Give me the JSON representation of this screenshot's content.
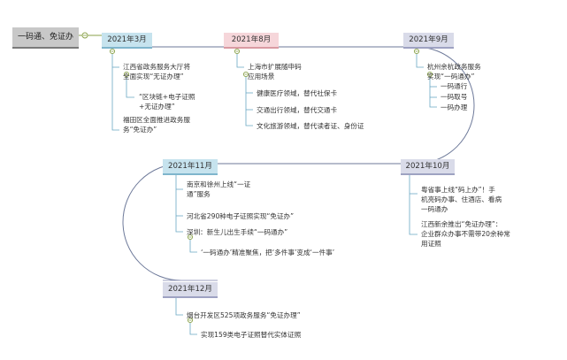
{
  "root": "一码通、免证办",
  "months": {
    "m1": "2021年3月",
    "m2": "2021年8月",
    "m3": "2021年9月",
    "m4": "2021年10月",
    "m5": "2021年11月",
    "m6": "2021年12月"
  },
  "items": {
    "mar": {
      "a": "江西省政务服务大厅将\n全面实现“无证办理”",
      "a_sub": "“区块链+电子证照\n+无证办理”",
      "b": "福田区全面推进政务服\n务“免证办”"
    },
    "aug": {
      "a": "上海市扩展随申码\n应用场景",
      "s1": "健康医疗领域，替代社保卡",
      "s2": "交通出行领域，替代交通卡",
      "s3": "文化旅游领域，替代读者证、身份证"
    },
    "sep": {
      "a": "杭州余杭政务服务\n实现“一码通办”",
      "s1": "一码通行",
      "s2": "一码取号",
      "s3": "一码办理"
    },
    "oct": {
      "a": "粤省事上线“码上办”！手\n机亮码办事、住酒店、看病\n一码通办",
      "b": "江西新余推出“免证办理”：\n企业群众办事不需带20余种常\n用证照"
    },
    "nov": {
      "a": "南京和徐州上线“一证\n通”服务",
      "b": "河北省290种电子证照实现“免证办”",
      "c": "深圳：新生儿出生手续“一码通办”",
      "c_sub": "‘一码通办’精准聚焦，把‘多件事’变成‘一件事’"
    },
    "dec": {
      "a": "烟台开发区525项政务服务“免证办理”",
      "a_sub": "实现159类电子证照替代实体证照"
    }
  }
}
